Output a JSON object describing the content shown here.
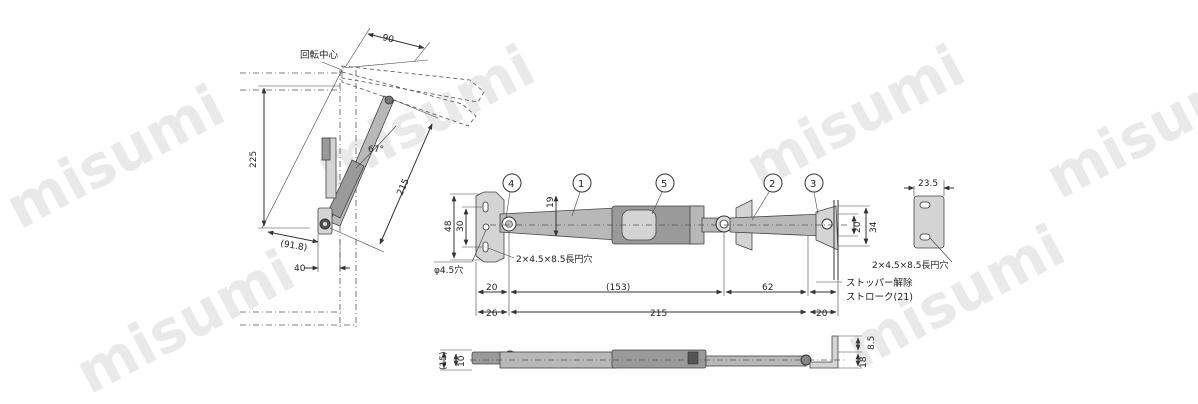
{
  "watermark": {
    "text": "misumi"
  },
  "side_view": {
    "pivot_label": "回転中心",
    "dim_90": "90",
    "dim_225": "225",
    "dim_215": "215",
    "dim_91_8": "(91.8)",
    "dim_40": "40",
    "angle_67": "67°"
  },
  "main_view": {
    "callouts": [
      "4",
      "1",
      "5",
      "2",
      "3"
    ],
    "dim_48": "48",
    "dim_30": "30",
    "dim_19": "19",
    "dim_phi45": "φ4.5穴",
    "slot_note_left": "2×4.5×8.5長円穴",
    "dim_20_a": "20",
    "dim_153": "(153)",
    "dim_62": "62",
    "stopper_release": "ストッパー解除",
    "stroke": "ストローク(21)",
    "dim_26": "26",
    "dim_215": "215",
    "dim_20_b": "20",
    "dim_20_c": "20",
    "dim_34": "34"
  },
  "bracket_view": {
    "dim_23_5": "23.5",
    "slot_note_right": "2×4.5×8.5長円穴"
  },
  "bottom_view": {
    "dim_15": "(15)",
    "dim_10": "10",
    "dim_8_5": "8.5",
    "dim_18": "18"
  }
}
